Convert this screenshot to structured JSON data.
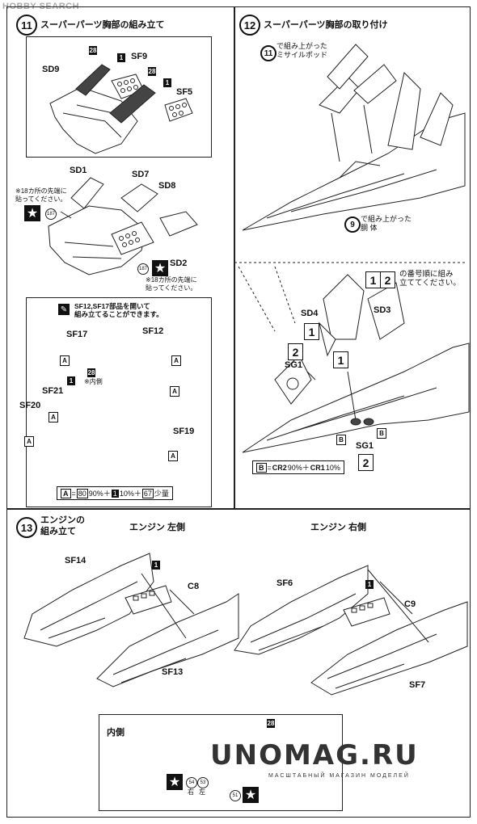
{
  "header": {
    "logo": "HOBBY SEARCH"
  },
  "step11": {
    "num": "11",
    "title": "スーパーパーツ胸部の組み立て",
    "parts": {
      "sd9": "SD9",
      "sf9": "SF9",
      "sf5": "SF5",
      "sd1": "SD1",
      "sd7": "SD7",
      "sd8": "SD8",
      "sd2": "SD2",
      "sf17": "SF17",
      "sf12": "SF12",
      "sf21": "SF21",
      "sf20": "SF20",
      "sf19": "SF19"
    },
    "badges": {
      "b28a": "28",
      "b1a": "1",
      "b28b": "28",
      "b1b": "1",
      "b28c": "28",
      "b1c": "1"
    },
    "note_left": "※18カ所の先端に\n貼ってください。",
    "note_right": "※18カ所の先端に\n貼ってください。",
    "decal_left": "187",
    "decal_right": "187",
    "tip": "SF12,SF17部品を開いて\n組み立てることができます。",
    "inner": "※内側",
    "marks": {
      "a": "A"
    },
    "color_formula": {
      "a": "A",
      "eq": "=",
      "c1": "80",
      "p1": "90%＋",
      "c2": "1",
      "p2": "10%＋",
      "c3": "67",
      "p3": "少量"
    }
  },
  "step12": {
    "num": "12",
    "title": "スーパーパーツ胸部の取り付け",
    "ref11": "11",
    "ref11_text": "で組み上がった\nミサイルポッド",
    "ref9": "9",
    "ref9_text": "で組み上がった\n胴 体",
    "order_text": "の番号順に組み\n立ててください。",
    "order1": "1",
    "order2": "2",
    "parts": {
      "sd4": "SD4",
      "sd3": "SD3",
      "sg1a": "SG1",
      "sg1b": "SG1"
    },
    "marks": {
      "b": "B"
    },
    "color_formula": {
      "b": "B",
      "eq": "=",
      "c1": "CR2",
      "p1": "90%＋",
      "c2": "CR1",
      "p2": "10%"
    }
  },
  "step13": {
    "num": "13",
    "title": "エンジンの\n組み立て",
    "left_title": "エンジン 左側",
    "right_title": "エンジン 右側",
    "parts": {
      "sf14": "SF14",
      "c8": "C8",
      "sf13": "SF13",
      "sf6": "SF6",
      "c9": "C9",
      "sf7": "SF7"
    },
    "badges": {
      "b1a": "1",
      "b1b": "1",
      "b28": "28"
    },
    "inner_label": "内側",
    "decals": {
      "d54": "54",
      "d53": "53",
      "d51": "51",
      "right": "右",
      "left": "左"
    }
  },
  "watermark": {
    "site": "UNOMAG.RU",
    "tagline": "МАСШТАБНЫЙ МАГАЗИН МОДЕЛЕЙ"
  }
}
